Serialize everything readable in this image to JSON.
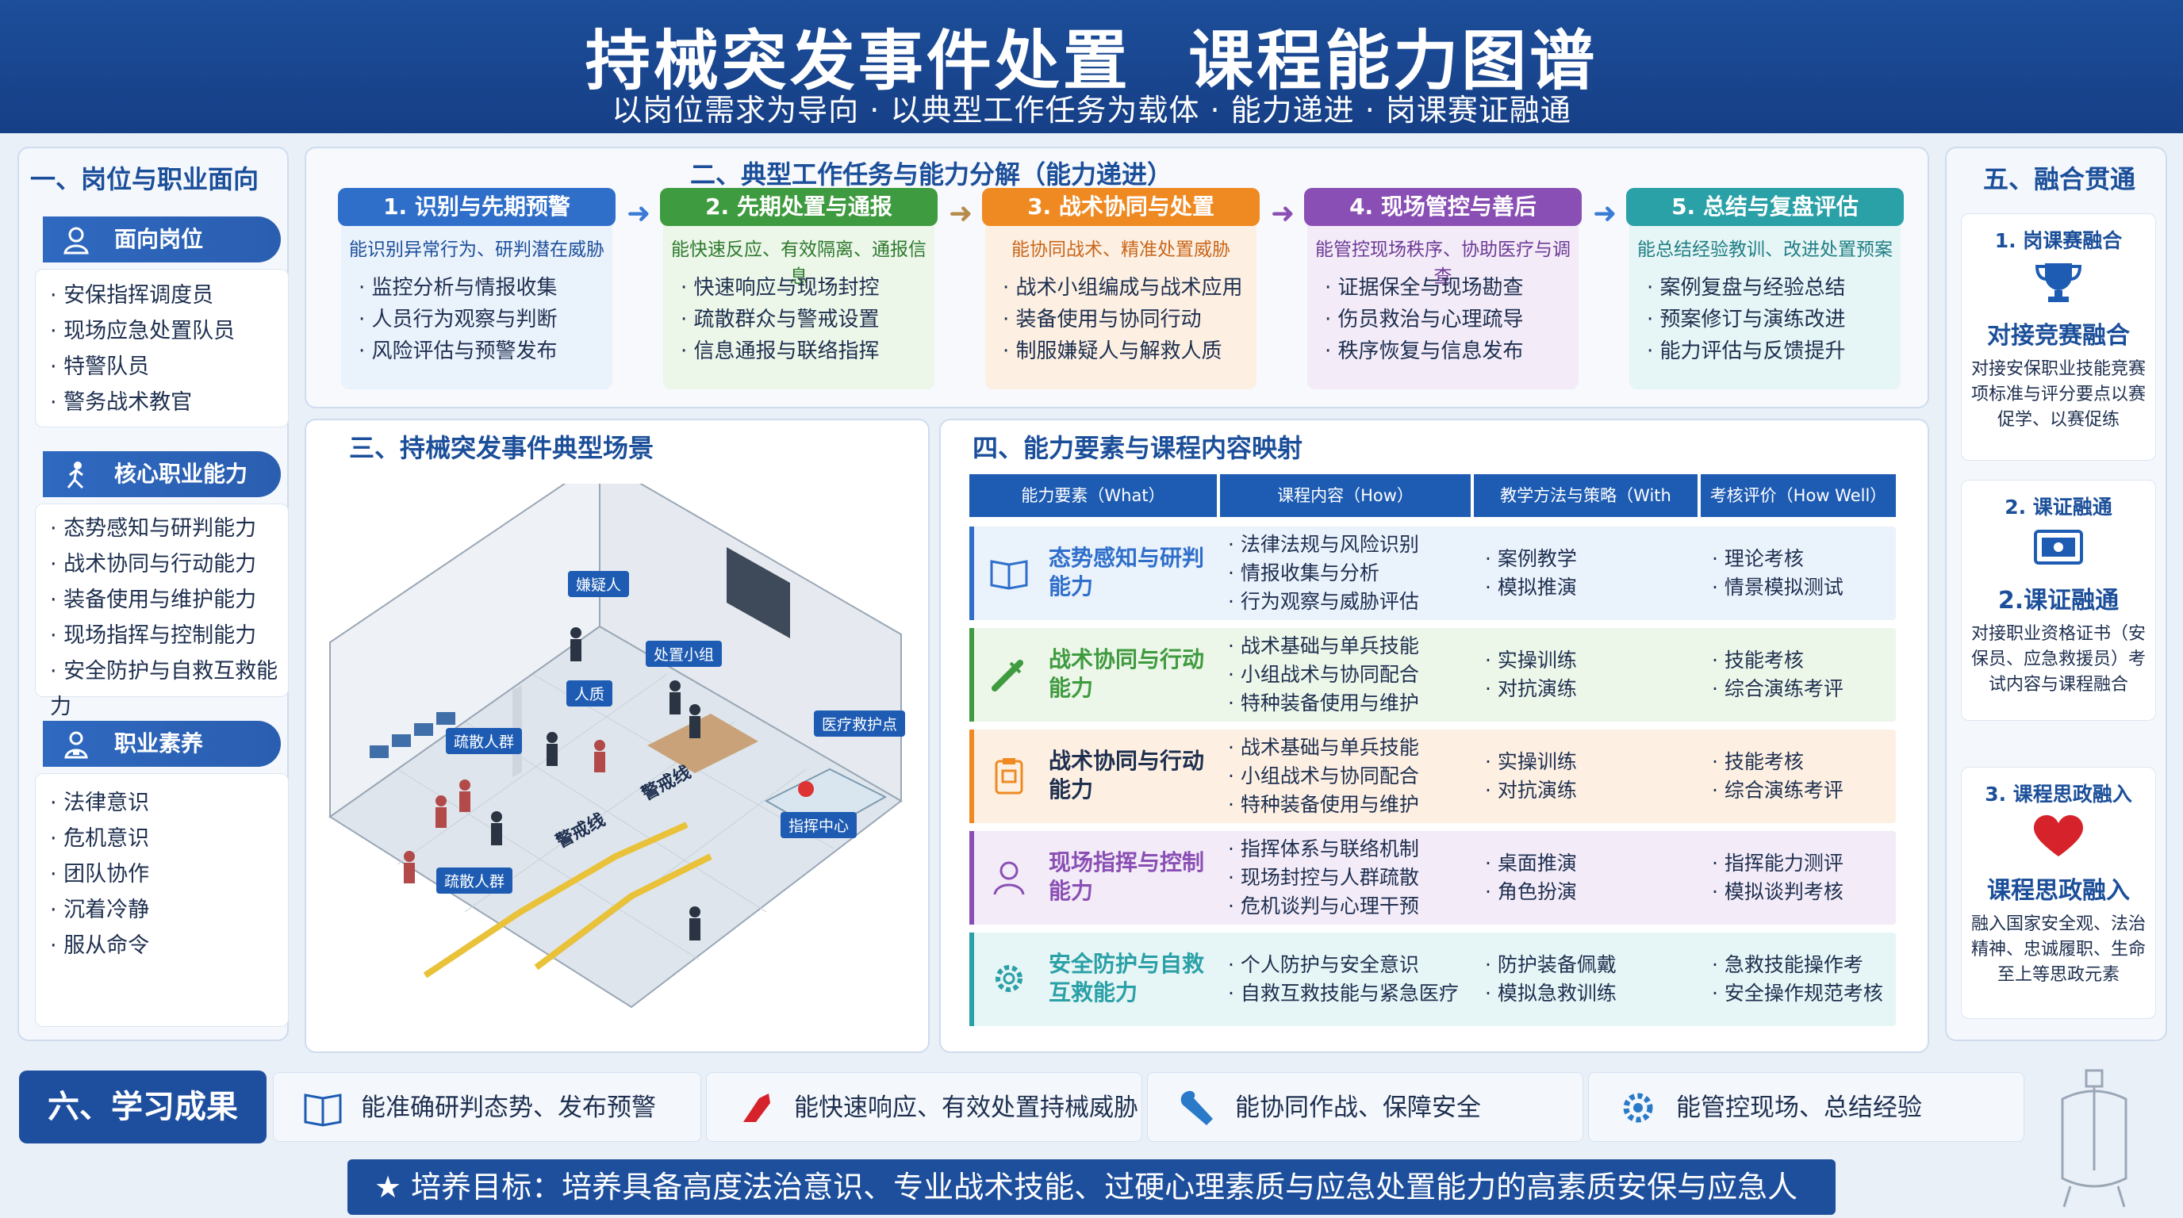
{
  "header": {
    "title": "持械突发事件处置  课程能力图谱",
    "subtitle": "以岗位需求为导向 · 以典型工作任务为载体 · 能力递进 · 岗课赛证融通"
  },
  "left": {
    "title": "一、岗位与职业面向",
    "groups": [
      {
        "label": "面向岗位",
        "icon": "person-icon",
        "items": [
          "· 安保指挥调度员",
          "· 现场应急处置队员",
          "· 特警队员",
          "· 警务战术教官"
        ]
      },
      {
        "label": "核心职业能力",
        "icon": "running-person-icon",
        "items": [
          "· 态势感知与研判能力",
          "· 战术协同与行动能力",
          "· 装备使用与维护能力",
          "· 现场指挥与控制能力",
          "· 安全防护与自救互救能力"
        ]
      },
      {
        "label": "职业素养",
        "icon": "person-badge-icon",
        "items": [
          "· 法律意识",
          "· 危机意识",
          "· 团队协作",
          "· 沉着冷静",
          "· 服从命令"
        ]
      }
    ]
  },
  "tasks": {
    "title": "二、典型工作任务与能力分解（能力递进）",
    "items": [
      {
        "title": "1. 识别与先期预警",
        "sub": "能识别异常行为、研判潜在威胁",
        "items": [
          "· 监控分析与情报收集",
          "· 人员行为观察与判断",
          "· 风险评估与预警发布"
        ],
        "color": "#2f6fca",
        "bg": "#eaf2fc"
      },
      {
        "title": "2. 先期处置与通报",
        "sub": "能快速反应、有效隔离、通报信息",
        "items": [
          "· 快速响应与现场封控",
          "· 疏散群众与警戒设置",
          "· 信息通报与联络指挥"
        ],
        "color": "#3f9b3f",
        "bg": "#ecf6e9"
      },
      {
        "title": "3. 战术协同与处置",
        "sub": "能协同战术、精准处置威胁",
        "items": [
          "· 战术小组编成与战术应用",
          "· 装备使用与协同行动",
          "· 制服嫌疑人与解救人质"
        ],
        "color": "#ef8a23",
        "bg": "#fdf0e3"
      },
      {
        "title": "4. 现场管控与善后",
        "sub": "能管控现场秩序、协助医疗与调查",
        "items": [
          "· 证据保全与现场勘查",
          "· 伤员救治与心理疏导",
          "· 秩序恢复与信息发布"
        ],
        "color": "#8a4fb4",
        "bg": "#f3ebf8"
      },
      {
        "title": "5. 总结与复盘评估",
        "sub": "能总结经验教训、改进处置预案",
        "items": [
          "· 案例复盘与经验总结",
          "· 预案修订与演练改进",
          "· 能力评估与反馈提升"
        ],
        "color": "#2aa0a7",
        "bg": "#e6f5f5"
      }
    ],
    "arrow": "➜"
  },
  "scene": {
    "title": "三、持械突发事件典型场景",
    "labels": [
      "嫌疑人",
      "处置小组",
      "人质",
      "疏散人群",
      "医疗救护点",
      "警戒线",
      "警戒线",
      "指挥中心",
      "疏散人群"
    ]
  },
  "mapping": {
    "title": "四、能力要素与课程内容映射",
    "headers": [
      "能力要素（What）",
      "课程内容（How）",
      "教学方法与策略（With What）",
      "考核评价（How Well）"
    ],
    "rows": [
      {
        "name": "态势感知与研判能力",
        "icon": "open-book-icon",
        "color": "#2f6fca",
        "bg": "#eaf2fc",
        "content": [
          "· 法律法规与风险识别",
          "· 情报收集与分析",
          "· 行为观察与威胁评估"
        ],
        "method": [
          "· 案例教学",
          "· 模拟推演"
        ],
        "eval": [
          "· 理论考核",
          "· 情景模拟测试"
        ]
      },
      {
        "name": "战术协同与行动能力",
        "icon": "baton-icon",
        "color": "#3f9b3f",
        "bg": "#ecf6e9",
        "content": [
          "· 战术基础与单兵技能",
          "· 小组战术与协同配合",
          "· 特种装备使用与维护"
        ],
        "method": [
          "· 实操训练",
          "· 对抗演练"
        ],
        "eval": [
          "· 技能考核",
          "· 综合演练考评"
        ]
      },
      {
        "name": "战术协同与行动能力",
        "icon": "clipboard-icon",
        "color": "#ef8a23",
        "bg": "#fdf0e3",
        "content": [
          "· 战术基础与单兵技能",
          "· 小组战术与协同配合",
          "· 特种装备使用与维护"
        ],
        "method": [
          "· 实操训练",
          "· 对抗演练"
        ],
        "eval": [
          "· 技能考核",
          "· 综合演练考评"
        ]
      },
      {
        "name": "现场指挥与控制能力",
        "icon": "person-outline-icon",
        "color": "#8a4fb4",
        "bg": "#f3ebf8",
        "content": [
          "· 指挥体系与联络机制",
          "· 现场封控与人群疏散",
          "· 危机谈判与心理干预"
        ],
        "method": [
          "· 桌面推演",
          "· 角色扮演"
        ],
        "eval": [
          "· 指挥能力测评",
          "· 模拟谈判考核"
        ]
      },
      {
        "name": "安全防护与自救互救能力",
        "icon": "gear-icon",
        "color": "#2aa0a7",
        "bg": "#e6f5f5",
        "content": [
          "· 个人防护与安全意识",
          "· 自救互救技能与紧急医疗"
        ],
        "method": [
          "· 防护装备佩戴",
          "· 模拟急救训练"
        ],
        "eval": [
          "· 急救技能操作考",
          "· 安全操作规范考核"
        ]
      }
    ]
  },
  "right": {
    "title": "五、融合贯通",
    "cards": [
      {
        "title": "1. 岗课赛融合",
        "icon": "trophy-icon",
        "big": "对接竞赛融合",
        "desc": "对接安保职业技能竞赛项标准与评分要点以赛促学、以赛促练"
      },
      {
        "title": "2. 课证融通",
        "icon": "certificate-icon",
        "big": "2.课证融通",
        "desc": "对接职业资格证书（安保员、应急救援员）考试内容与课程融合"
      },
      {
        "title": "3. 课程思政融入",
        "icon": "heart-icon",
        "big": "课程思政融入",
        "desc": "融入国家安全观、法治精神、忠诚履职、生命至上等思政元素"
      }
    ]
  },
  "outcomes": {
    "title": "六、学习成果",
    "items": [
      {
        "text": "能准确研判态势、发布预警",
        "icon": "book-icon"
      },
      {
        "text": "能快速响应、有效处置持械威胁",
        "icon": "hand-icon"
      },
      {
        "text": "能协同作战、保障安全",
        "icon": "wrench-icon"
      },
      {
        "text": "能管控现场、总结经验",
        "icon": "gear-icon"
      }
    ]
  },
  "goal": "★ 培养目标：培养具备高度法治意识、专业战术技能、过硬心理素质与应急处置能力的高素质安保与应急人才。",
  "colors": {
    "primary": "#1e4f9f",
    "header": "#1d4e9a"
  }
}
